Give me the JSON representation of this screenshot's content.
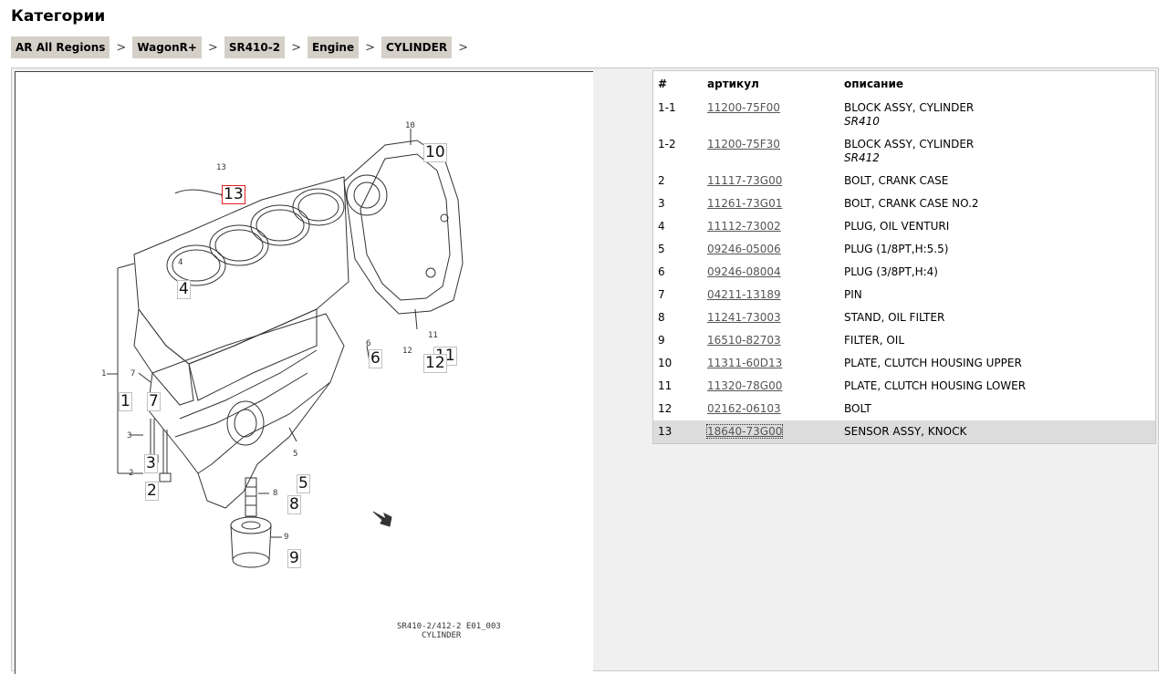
{
  "page": {
    "title": "Категории"
  },
  "breadcrumb": [
    {
      "label": "AR All Regions"
    },
    {
      "label": "WagonR+"
    },
    {
      "label": "SR410-2"
    },
    {
      "label": "Engine"
    },
    {
      "label": "CYLINDER"
    }
  ],
  "breadcrumb_separator": ">",
  "diagram": {
    "caption_line1": "SR410-2/412-2 E01_003",
    "caption_line2": "CYLINDER",
    "callouts": [
      "13",
      "10",
      "4",
      "6",
      "11",
      "12",
      "1",
      "7",
      "3",
      "2",
      "5",
      "8",
      "9"
    ],
    "leader_numbers": [
      "10",
      "13",
      "1",
      "7",
      "3",
      "2",
      "11",
      "12",
      "8",
      "9",
      "5",
      "4",
      "6"
    ],
    "selected_callout": "13"
  },
  "table": {
    "headers": {
      "num": "#",
      "article": "артикул",
      "description": "описание"
    },
    "rows": [
      {
        "num": "1-1",
        "article": "11200-75F00",
        "description": "BLOCK ASSY, CYLINDER",
        "note": "SR410"
      },
      {
        "num": "1-2",
        "article": "11200-75F30",
        "description": "BLOCK ASSY, CYLINDER",
        "note": "SR412"
      },
      {
        "num": "2",
        "article": "11117-73G00",
        "description": "BOLT, CRANK CASE",
        "note": ""
      },
      {
        "num": "3",
        "article": "11261-73G01",
        "description": "BOLT, CRANK CASE NO.2",
        "note": ""
      },
      {
        "num": "4",
        "article": "11112-73002",
        "description": "PLUG, OIL VENTURI",
        "note": ""
      },
      {
        "num": "5",
        "article": "09246-05006",
        "description": "PLUG (1/8PT,H:5.5)",
        "note": ""
      },
      {
        "num": "6",
        "article": "09246-08004",
        "description": "PLUG (3/8PT,H:4)",
        "note": ""
      },
      {
        "num": "7",
        "article": "04211-13189",
        "description": "PIN",
        "note": ""
      },
      {
        "num": "8",
        "article": "11241-73003",
        "description": "STAND, OIL FILTER",
        "note": ""
      },
      {
        "num": "9",
        "article": "16510-82703",
        "description": "FILTER, OIL",
        "note": ""
      },
      {
        "num": "10",
        "article": "11311-60D13",
        "description": "PLATE, CLUTCH HOUSING UPPER",
        "note": ""
      },
      {
        "num": "11",
        "article": "11320-78G00",
        "description": "PLATE, CLUTCH HOUSING LOWER",
        "note": ""
      },
      {
        "num": "12",
        "article": "02162-06103",
        "description": "BOLT",
        "note": ""
      },
      {
        "num": "13",
        "article": "18640-73G00",
        "description": "SENSOR ASSY, KNOCK",
        "note": "",
        "selected": true
      }
    ]
  }
}
